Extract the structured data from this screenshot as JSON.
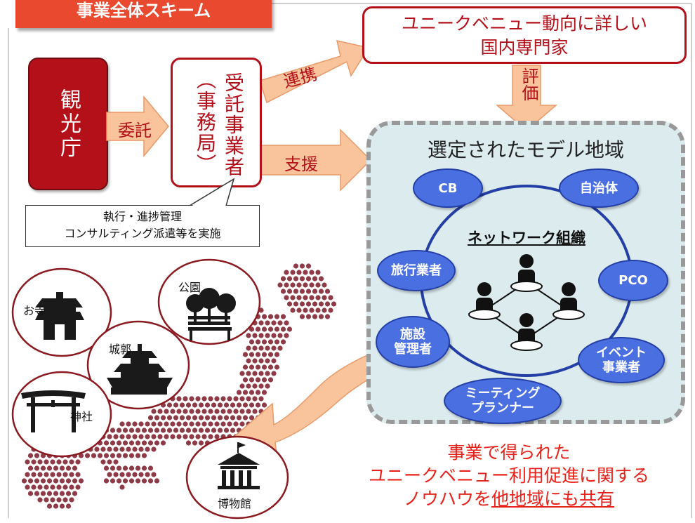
{
  "title": "事業全体スキーム",
  "agency": "観光庁",
  "contractor": {
    "line1": "受託事業者",
    "line2": "（事務局）"
  },
  "entrust_label": "委託",
  "collab_label": "連携",
  "support_label": "支援",
  "evaluate_label": "評価",
  "expert": {
    "line1": "ユニークベニュー動向に詳しい",
    "line2": "国内専門家"
  },
  "callout": {
    "line1": "執行・進捗管理",
    "line2": "コンサルティング派遣等を実施"
  },
  "region": {
    "title": "選定されたモデル地域",
    "network_label": "ネットワーク組織",
    "nodes": {
      "cb": "CB",
      "municipality": "自治体",
      "pco": "PCO",
      "event": {
        "line1": "イベント",
        "line2": "事業者"
      },
      "planner": {
        "line1": "ミーティング",
        "line2": "プランナー"
      },
      "facility": {
        "line1": "施設",
        "line2": "管理者"
      },
      "travel": "旅行業者"
    }
  },
  "venues": {
    "temple": "お寺",
    "park": "公園",
    "castle": "城郭",
    "shrine": "神社",
    "museum": "博物館"
  },
  "bottom": {
    "line1": "事業で得られた",
    "line2": "ユニークベニュー利用促進に関する",
    "line3_a": "ノウハウを",
    "line3_b": "他地域にも共有"
  },
  "colors": {
    "accent_red": "#b4101a",
    "banner_orange": "#e8492f",
    "arrow_fill": "#f9c39b",
    "node_blue": "#4a6fe0",
    "region_bg": "#dcebee",
    "japan_dots": "#8e3a47",
    "text_red": "#e8221b"
  }
}
